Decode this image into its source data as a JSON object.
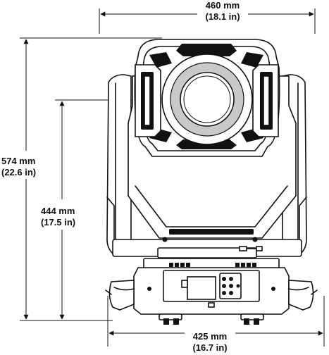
{
  "dimensions": {
    "width_top": {
      "mm": "460 mm",
      "in": "(18.1 in)"
    },
    "height_total": {
      "mm": "574 mm",
      "in": "(22.6 in)"
    },
    "height_head": {
      "mm": "444 mm",
      "in": "(17.5 in)"
    },
    "width_base": {
      "mm": "425 mm",
      "in": "(16.7 in)"
    }
  },
  "colors": {
    "line": "#111111",
    "fill_gray": "#c9c9c9",
    "background": "#ffffff"
  }
}
